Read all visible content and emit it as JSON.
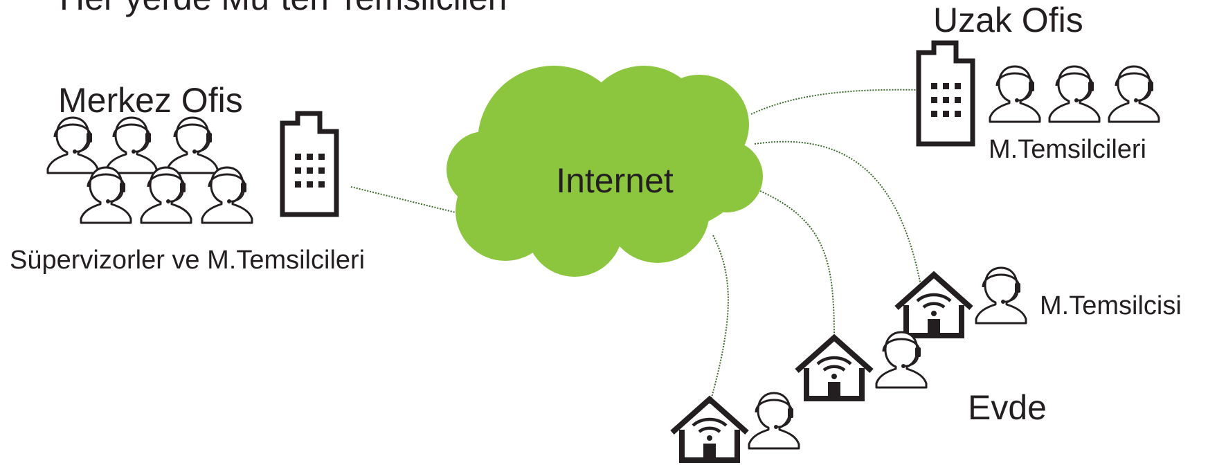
{
  "title": "Her yerde Mü¨teri Temsilcileri",
  "cloud": {
    "label": "Internet",
    "color": "#8cc63f"
  },
  "colors": {
    "ink": "#231f20",
    "link": "#3a6b2a",
    "cloud": "#8cc63f"
  },
  "head_office": {
    "title": "Merkez Ofis",
    "caption": "Süpervizorler ve M.Temsilcileri",
    "building_icon": "office-building-icon",
    "agent_icon": "agent-headset-icon",
    "agent_count": 6
  },
  "remote_office": {
    "title": "Uzak Ofis",
    "caption": "M.Temsilcileri",
    "building_icon": "office-building-icon",
    "agent_icon": "agent-headset-icon",
    "agent_count": 3
  },
  "home": {
    "title": "Evde",
    "single_agent_caption": "M.Temsilcisi",
    "house_icon": "home-wifi-icon",
    "agent_icon": "agent-headset-icon",
    "site_count": 3
  }
}
